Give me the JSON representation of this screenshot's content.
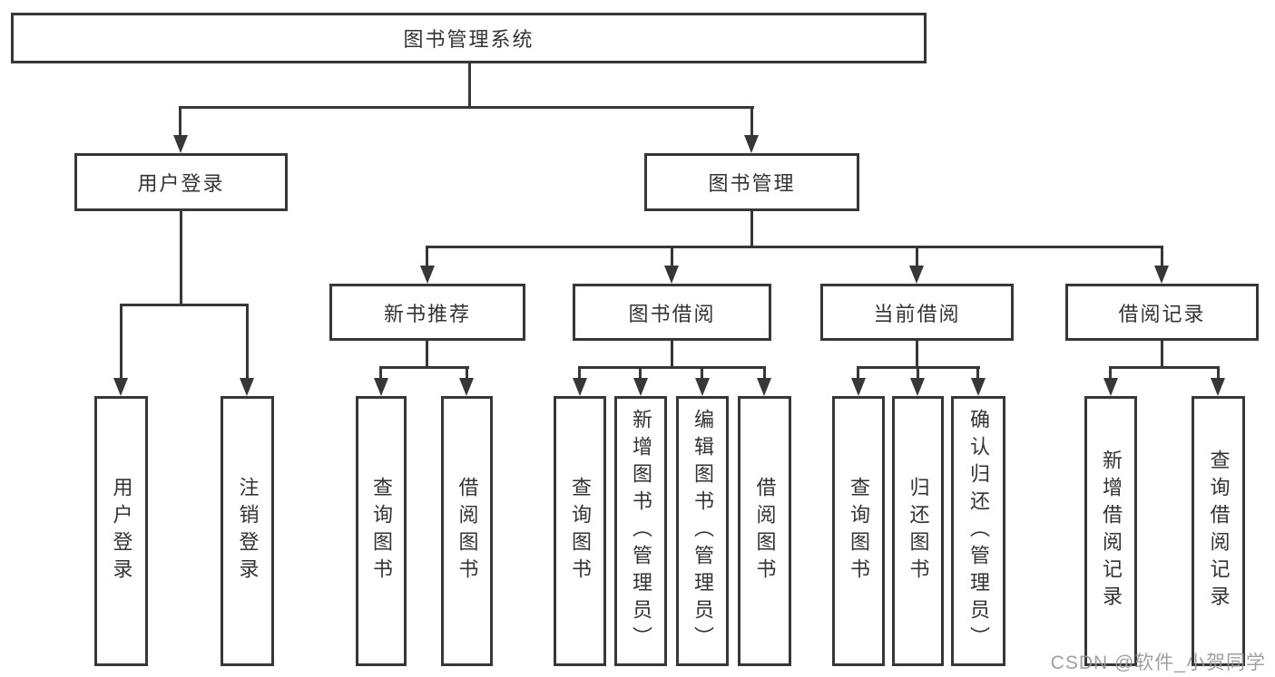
{
  "tree": {
    "label": "图书管理系统",
    "children": [
      {
        "label": "用户登录",
        "children": [
          {
            "label": "用户登录"
          },
          {
            "label": "注销登录"
          }
        ]
      },
      {
        "label": "图书管理",
        "children": [
          {
            "label": "新书推荐",
            "children": [
              {
                "label": "查询图书"
              },
              {
                "label": "借阅图书"
              }
            ]
          },
          {
            "label": "图书借阅",
            "children": [
              {
                "label": "查询图书"
              },
              {
                "label": "新增图书（管理员）"
              },
              {
                "label": "编辑图书（管理员）"
              },
              {
                "label": "借阅图书"
              }
            ]
          },
          {
            "label": "当前借阅",
            "children": [
              {
                "label": "查询图书"
              },
              {
                "label": "归还图书"
              },
              {
                "label": "确认归还（管理员）"
              }
            ]
          },
          {
            "label": "借阅记录",
            "children": [
              {
                "label": "新增借阅记录"
              },
              {
                "label": "查询借阅记录"
              }
            ]
          }
        ]
      }
    ]
  },
  "watermark": {
    "text": "CSDN @软件_小贺同学"
  },
  "colors": {
    "line": "#373737",
    "box_border": "#373737",
    "text": "#333333",
    "background": "#ffffff",
    "watermark": "#989898"
  }
}
